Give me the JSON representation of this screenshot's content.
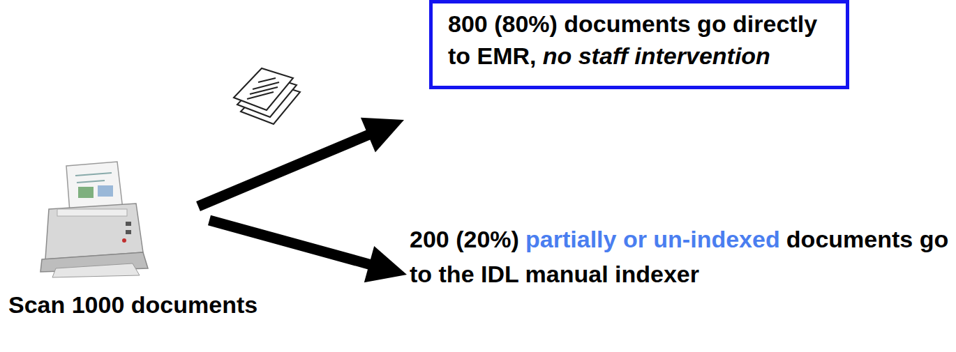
{
  "diagram": {
    "nodes": [
      {
        "text": [
          "Scan 1000 documents"
        ]
      },
      {
        "text": [
          "800 (80%) documents go directly to EMR,",
          "no staff intervention"
        ]
      },
      {
        "text": [
          "200 (20%)",
          "partially or un-indexed",
          "documents go to the IDL manual indexer"
        ]
      }
    ],
    "edges": [
      {
        "from": 0,
        "to": 1,
        "arrow": "to"
      },
      {
        "from": 0,
        "to": 2,
        "arrow": "to"
      }
    ]
  }
}
